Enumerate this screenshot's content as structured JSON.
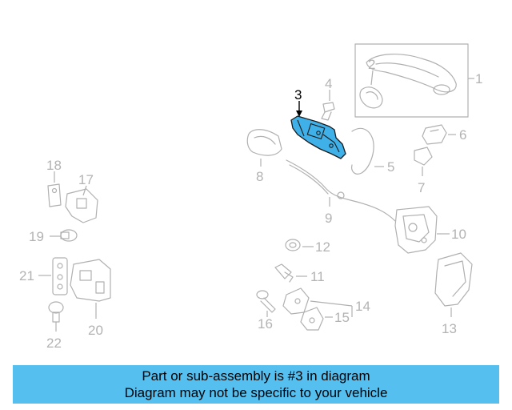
{
  "highlight_color": "#3fb0e8",
  "footer_color": "#55bff0",
  "highlighted_part": "3",
  "callouts": [
    {
      "id": "c1",
      "label": "1"
    },
    {
      "id": "c2",
      "label": "2"
    },
    {
      "id": "c3",
      "label": "3"
    },
    {
      "id": "c4",
      "label": "4"
    },
    {
      "id": "c5",
      "label": "5"
    },
    {
      "id": "c6",
      "label": "6"
    },
    {
      "id": "c7",
      "label": "7"
    },
    {
      "id": "c8",
      "label": "8"
    },
    {
      "id": "c9",
      "label": "9"
    },
    {
      "id": "c10",
      "label": "10"
    },
    {
      "id": "c11",
      "label": "11"
    },
    {
      "id": "c12",
      "label": "12"
    },
    {
      "id": "c13",
      "label": "13"
    },
    {
      "id": "c14",
      "label": "14"
    },
    {
      "id": "c15",
      "label": "15"
    },
    {
      "id": "c16",
      "label": "16"
    },
    {
      "id": "c17",
      "label": "17"
    },
    {
      "id": "c18",
      "label": "18"
    },
    {
      "id": "c19",
      "label": "19"
    },
    {
      "id": "c20",
      "label": "20"
    },
    {
      "id": "c21",
      "label": "21"
    },
    {
      "id": "c22",
      "label": "22"
    }
  ],
  "footer": {
    "line1": "Part or sub-assembly is #3 in diagram",
    "line2": "Diagram may not be specific to your vehicle"
  }
}
